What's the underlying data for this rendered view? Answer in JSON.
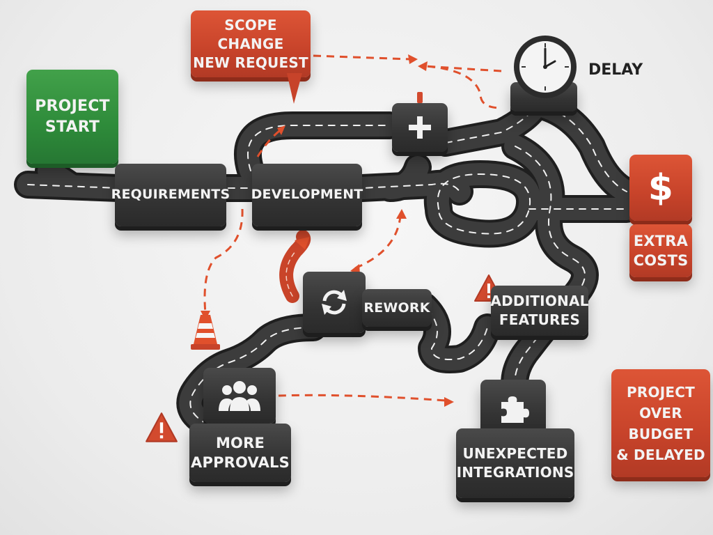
{
  "labels": {
    "project_start": "PROJECT\nSTART",
    "scope_change": "SCOPE CHANGE\nNEW REQUEST",
    "delay": "DELAY",
    "requirements": "REQUIREMENTS",
    "development": "DEVELOPMENT",
    "extra_costs": "EXTRA\nCOSTS",
    "rework": "REWORK",
    "additional_features": "ADDITIONAL\nFEATURES",
    "more_approvals": "MORE\nAPPROVALS",
    "unexpected_integrations": "UNEXPECTED\nINTEGRATIONS",
    "over_budget": "PROJECT\nOVER BUDGET\n& DELAYED"
  },
  "icons": {
    "plus": "plus-icon",
    "clock": "clock-icon",
    "dollar": "dollar-icon",
    "refresh": "refresh-icon",
    "warning": "warning-icon",
    "cone": "traffic-cone-icon",
    "people": "people-icon",
    "puzzle": "puzzle-icon"
  },
  "colors": {
    "road": "#3b3b3b",
    "road_edge": "#222222",
    "lane_mark": "#ffffff",
    "accent_red": "#d24a2e",
    "start_green": "#2e8b3a",
    "dashed_arrow": "#e0502c",
    "block_dark": "#3a3a3a"
  }
}
